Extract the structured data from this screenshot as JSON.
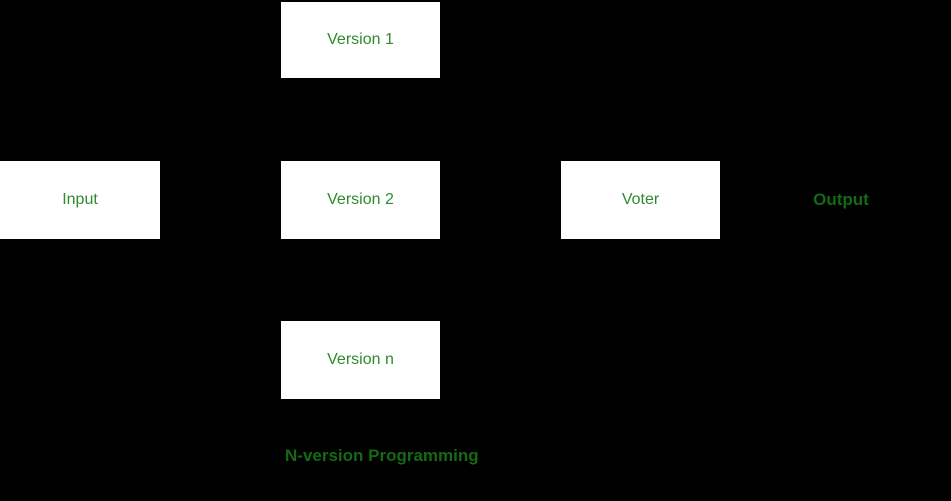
{
  "diagram": {
    "caption": "N-version Programming",
    "nodes": {
      "version1": "Version 1",
      "input": "Input",
      "version2": "Version 2",
      "voter": "Voter",
      "versionn": "Version n"
    },
    "output_label": "Output",
    "colors": {
      "background": "#000000",
      "box_fill": "#ffffff",
      "box_label_green": "#2e8b2e",
      "dark_green_label": "#146a14"
    }
  }
}
